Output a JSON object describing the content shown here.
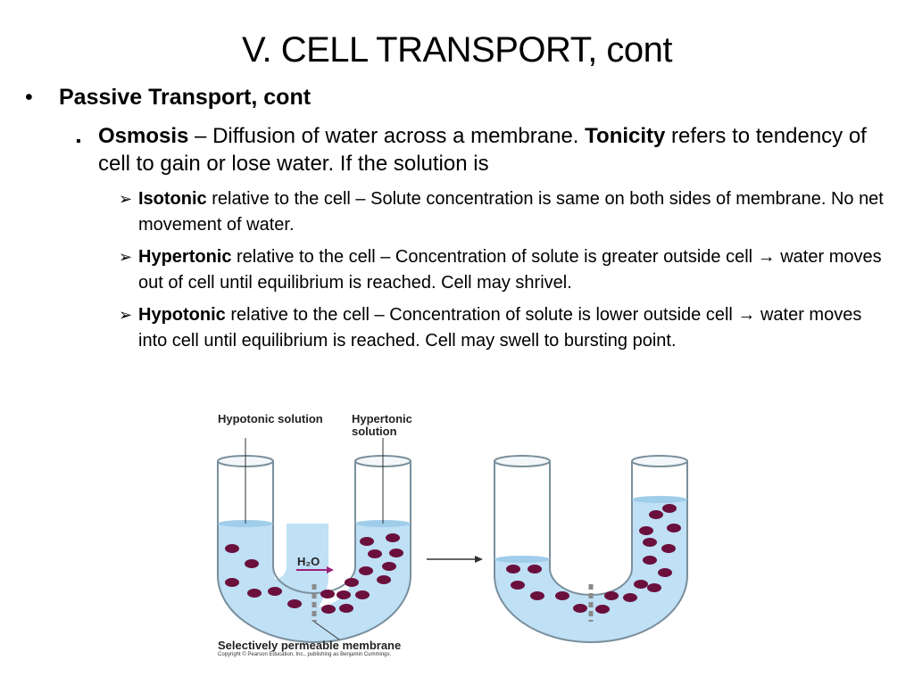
{
  "title": "V.  CELL TRANSPORT, cont",
  "bullet1": {
    "marker": "•",
    "text": "Passive Transport, cont"
  },
  "bullet2": {
    "marker": "▪",
    "term1": "Osmosis",
    "text1": " – Diffusion of water across a membrane.  ",
    "term2": "Tonicity",
    "text2": " refers to tendency of cell to gain or lose water.  If the solution is"
  },
  "sub_items": [
    {
      "marker": "➢",
      "term": "Isotonic",
      "text": " relative to the cell – Solute concentration is same on both sides of membrane.  No net movement of water."
    },
    {
      "marker": "➢",
      "term": "Hypertonic",
      "text": " relative to the cell – Concentration of solute is greater outside cell → water moves out of cell until equilibrium is reached.  Cell may shrivel."
    },
    {
      "marker": "➢",
      "term": "Hypotonic",
      "text": " relative to the cell – Concentration of solute is lower outside cell → water moves into cell until equilibrium is reached.  Cell may swell to bursting point."
    }
  ],
  "figure": {
    "label_hypotonic": "Hypotonic solution",
    "label_hypertonic": "Hypertonic solution",
    "label_h2o": "H₂O",
    "label_membrane": "Selectively permeable membrane",
    "copyright": "Copyright © Pearson Education, Inc., publishing as Benjamin Cummings.",
    "colors": {
      "water": "#bfe0f5",
      "solute": "#6b0f3d",
      "arrow": "#9b1f7a",
      "tube": "#7a8f9c"
    }
  }
}
